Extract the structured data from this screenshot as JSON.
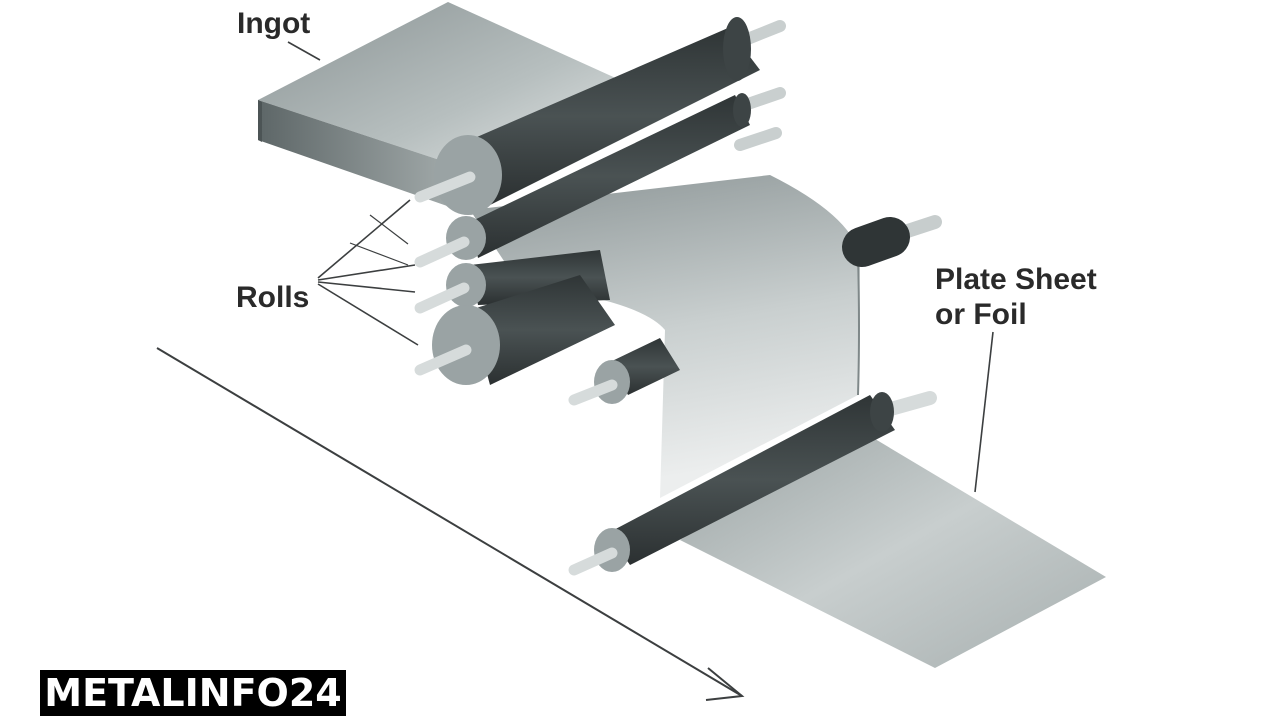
{
  "labels": {
    "ingot": "Ingot",
    "rolls": "Rolls",
    "product_line1": "Plate Sheet",
    "product_line2": "or Foil"
  },
  "watermark": "METALINFO24",
  "colors": {
    "roll_dark": "#3d4445",
    "roll_end": "#9aa3a4",
    "axle": "#d6dbdb",
    "sheet_light": "#dfe3e3",
    "sheet_mid": "#a9b1b2",
    "ingot_side": "#6f7879",
    "text": "#2a2a2a"
  }
}
